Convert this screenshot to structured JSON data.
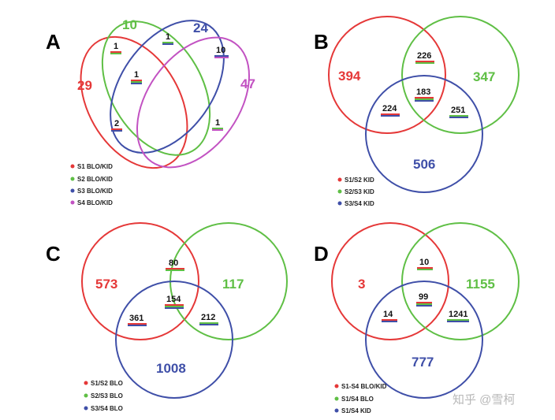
{
  "colors": {
    "red": "#e53838",
    "green": "#5fbf45",
    "blue": "#3f4fa8",
    "magenta": "#c252c2"
  },
  "panelA": {
    "letter": "A",
    "values": {
      "s1_only": "29",
      "s2_only": "10",
      "s3_only": "24",
      "s4_only": "47",
      "v1a": "1",
      "v1b": "1",
      "v10": "10",
      "v1c": "1",
      "v2": "2",
      "v1d": "1"
    },
    "legend": [
      "S1 BLO/KID",
      "S2 BLO/KID",
      "S3 BLO/KID",
      "S4 BLO/KID"
    ]
  },
  "panelB": {
    "letter": "B",
    "values": {
      "red_only": "394",
      "green_only": "347",
      "blue_only": "506",
      "rg": "226",
      "center": "183",
      "rb": "224",
      "gb": "251"
    },
    "legend": [
      "S1/S2 KID",
      "S2/S3 KID",
      "S3/S4 KID"
    ]
  },
  "panelC": {
    "letter": "C",
    "values": {
      "red_only": "573",
      "green_only": "117",
      "blue_only": "1008",
      "rg": "80",
      "center": "154",
      "rb": "361",
      "gb": "212"
    },
    "legend": [
      "S1/S2 BLO",
      "S2/S3 BLO",
      "S3/S4 BLO"
    ]
  },
  "panelD": {
    "letter": "D",
    "values": {
      "red_only": "3",
      "green_only": "1155",
      "blue_only": "777",
      "rg": "10",
      "center": "99",
      "rb": "14",
      "gb": "1241"
    },
    "legend": [
      "S1-S4 BLO/KID",
      "S1/S4 BLO",
      "S1/S4 KID"
    ]
  },
  "watermark": "知乎 @雪柯"
}
